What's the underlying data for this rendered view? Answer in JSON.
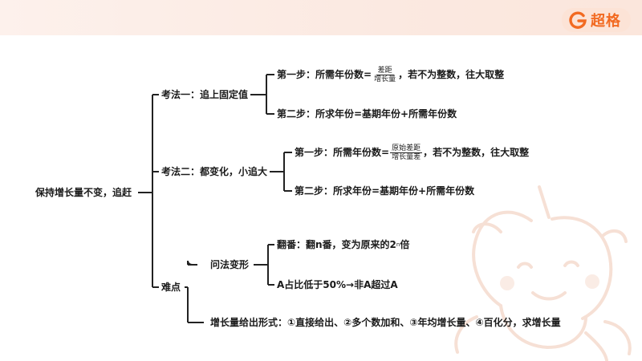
{
  "brand": {
    "name": "超格",
    "accent": "#f26a21",
    "mascot_icon": "unicorn-mascot-icon"
  },
  "mindmap": {
    "root": "保持增长量不变，追赶",
    "method1": {
      "label": "考法一：追上固定值",
      "step1": {
        "prefix": "第一步：所需年份数=",
        "numerator": "差距",
        "denominator": "增长量",
        "suffix": "，若不为整数，往大取整"
      },
      "step2": {
        "text": "第二步：所求年份=基期年份+所需年份数"
      }
    },
    "method2": {
      "label": "考法二：都变化，小追大",
      "step1": {
        "prefix": "第一步：所需年份数=",
        "numerator": "原始差距",
        "denominator": "增长量差",
        "suffix": "，若不为整数，往大取整"
      },
      "step2": {
        "text": "第二步：所求年份=基期年份+所需年份数"
      }
    },
    "difficulty": {
      "label": "难点",
      "question_variants": {
        "label": "问法变形",
        "item1": {
          "prefix": "翻番：翻n番，变为原来的2",
          "sup": "n",
          "suffix": "倍"
        },
        "item2": {
          "text": "A占比低于50%→非A超过A"
        }
      },
      "growth_forms": {
        "text": "增长量给出形式：①直接给出、②多个数加和、③年均增长量、④百化分，求增长量"
      }
    }
  }
}
